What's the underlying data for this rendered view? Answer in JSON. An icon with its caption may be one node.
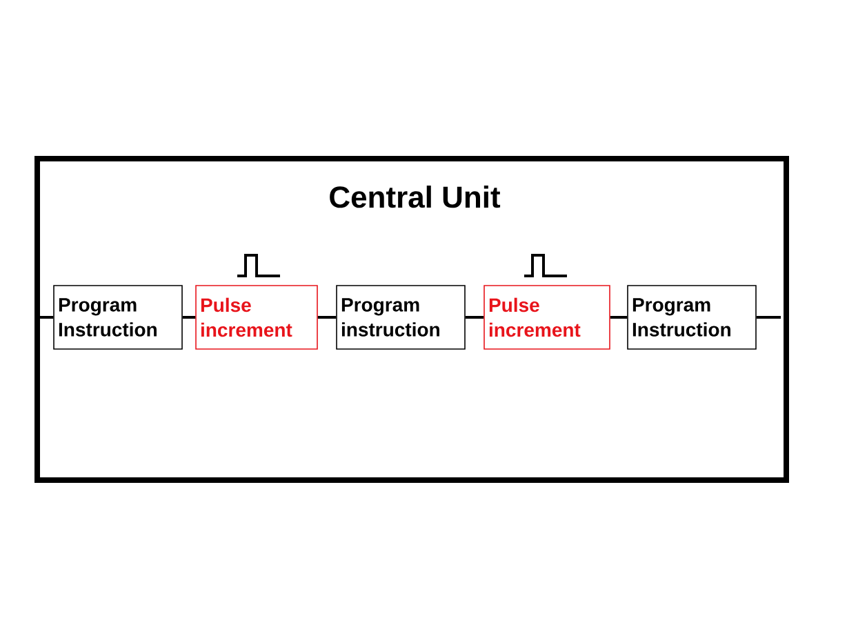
{
  "diagram": {
    "nodes": [
      {
        "text": [
          "Central Unit"
        ]
      },
      {
        "text": [
          "Program Instruction"
        ],
        "in": 0
      },
      {
        "text": [
          "Pulse increment"
        ],
        "in": 0
      },
      {
        "text": [
          "Program instruction"
        ],
        "in": 0
      },
      {
        "text": [
          "Pulse increment"
        ],
        "in": 0
      },
      {
        "text": [
          "Program Instruction"
        ],
        "in": 0
      }
    ],
    "edges": [
      {
        "from": null,
        "to": 1,
        "arrow": "none"
      },
      {
        "from": 1,
        "to": 2,
        "arrow": "none"
      },
      {
        "from": 2,
        "to": 3,
        "arrow": "none"
      },
      {
        "from": 3,
        "to": 4,
        "arrow": "none"
      },
      {
        "from": 4,
        "to": 5,
        "arrow": "none"
      },
      {
        "from": 5,
        "to": null,
        "arrow": "none"
      }
    ]
  }
}
